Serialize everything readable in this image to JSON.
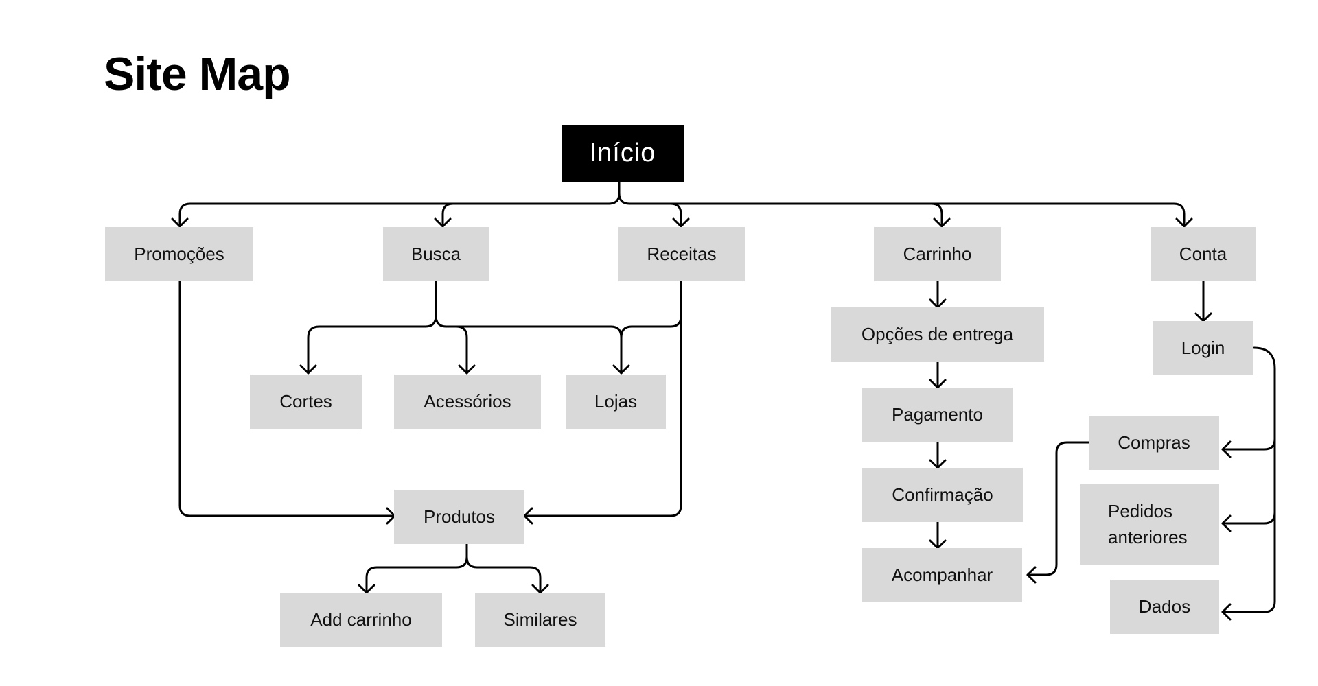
{
  "title": "Site Map",
  "nodes": {
    "inicio": "Início",
    "promocoes": "Promoções",
    "busca": "Busca",
    "receitas": "Receitas",
    "carrinho": "Carrinho",
    "conta": "Conta",
    "cortes": "Cortes",
    "acessorios": "Acessórios",
    "lojas": "Lojas",
    "produtos": "Produtos",
    "add_carrinho": "Add carrinho",
    "similares": "Similares",
    "opcoes_entrega": "Opções de entrega",
    "pagamento": "Pagamento",
    "confirmacao": "Confirmação",
    "acompanhar": "Acompanhar",
    "login": "Login",
    "compras": "Compras",
    "pedidos_anteriores": "Pedidos anteriores",
    "dados": "Dados"
  },
  "edges": [
    [
      "inicio",
      "promocoes"
    ],
    [
      "inicio",
      "busca"
    ],
    [
      "inicio",
      "receitas"
    ],
    [
      "inicio",
      "carrinho"
    ],
    [
      "inicio",
      "conta"
    ],
    [
      "busca",
      "cortes"
    ],
    [
      "busca",
      "acessorios"
    ],
    [
      "busca",
      "lojas"
    ],
    [
      "receitas",
      "lojas"
    ],
    [
      "promocoes",
      "produtos"
    ],
    [
      "receitas",
      "produtos"
    ],
    [
      "produtos",
      "add_carrinho"
    ],
    [
      "produtos",
      "similares"
    ],
    [
      "carrinho",
      "opcoes_entrega"
    ],
    [
      "opcoes_entrega",
      "pagamento"
    ],
    [
      "pagamento",
      "confirmacao"
    ],
    [
      "confirmacao",
      "acompanhar"
    ],
    [
      "conta",
      "login"
    ],
    [
      "login",
      "compras"
    ],
    [
      "login",
      "pedidos_anteriores"
    ],
    [
      "login",
      "dados"
    ],
    [
      "compras",
      "acompanhar"
    ]
  ],
  "colors": {
    "node_fill": "#d9d9d9",
    "root_fill": "#000000",
    "root_text": "#ffffff",
    "line": "#000000"
  }
}
